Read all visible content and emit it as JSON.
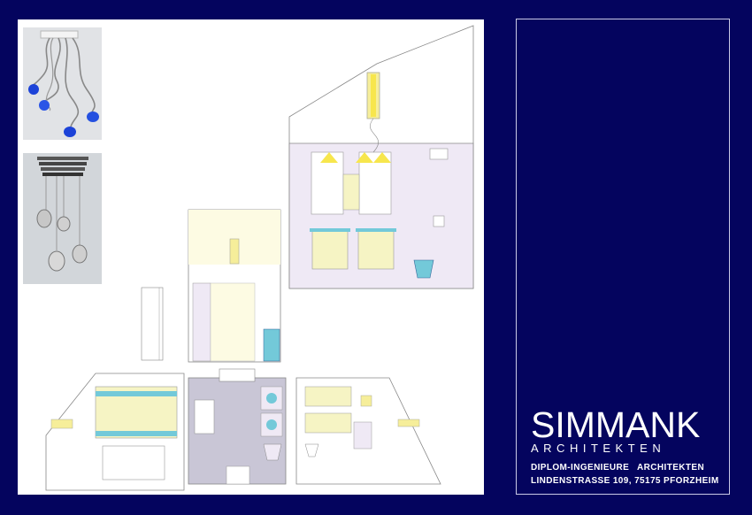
{
  "sheet": {
    "photos": [
      {
        "name": "pendant-lamp-blue-photo",
        "icon": "blue-pendant-lamp-icon"
      },
      {
        "name": "pendant-spot-lamp-photo",
        "icon": "spot-pendant-lamp-icon"
      }
    ]
  },
  "firm": {
    "name": "SIMMANK",
    "subtitle": "ARCHITEKTEN",
    "line1": "DIPLOM-INGENIEURE ARCHITEKTEN",
    "line2": "LINDENSTRASSE 109, 75175 PFORZHEIM"
  },
  "colors": {
    "background": "#04045e",
    "sheet": "#ffffff",
    "floor_lilac": "#e9e4f1",
    "furniture_yellow": "#f6f4c4",
    "water_blue": "#73c9d9",
    "light_yellow": "#f7e64d",
    "lamp_blue": "#1c43d8"
  }
}
